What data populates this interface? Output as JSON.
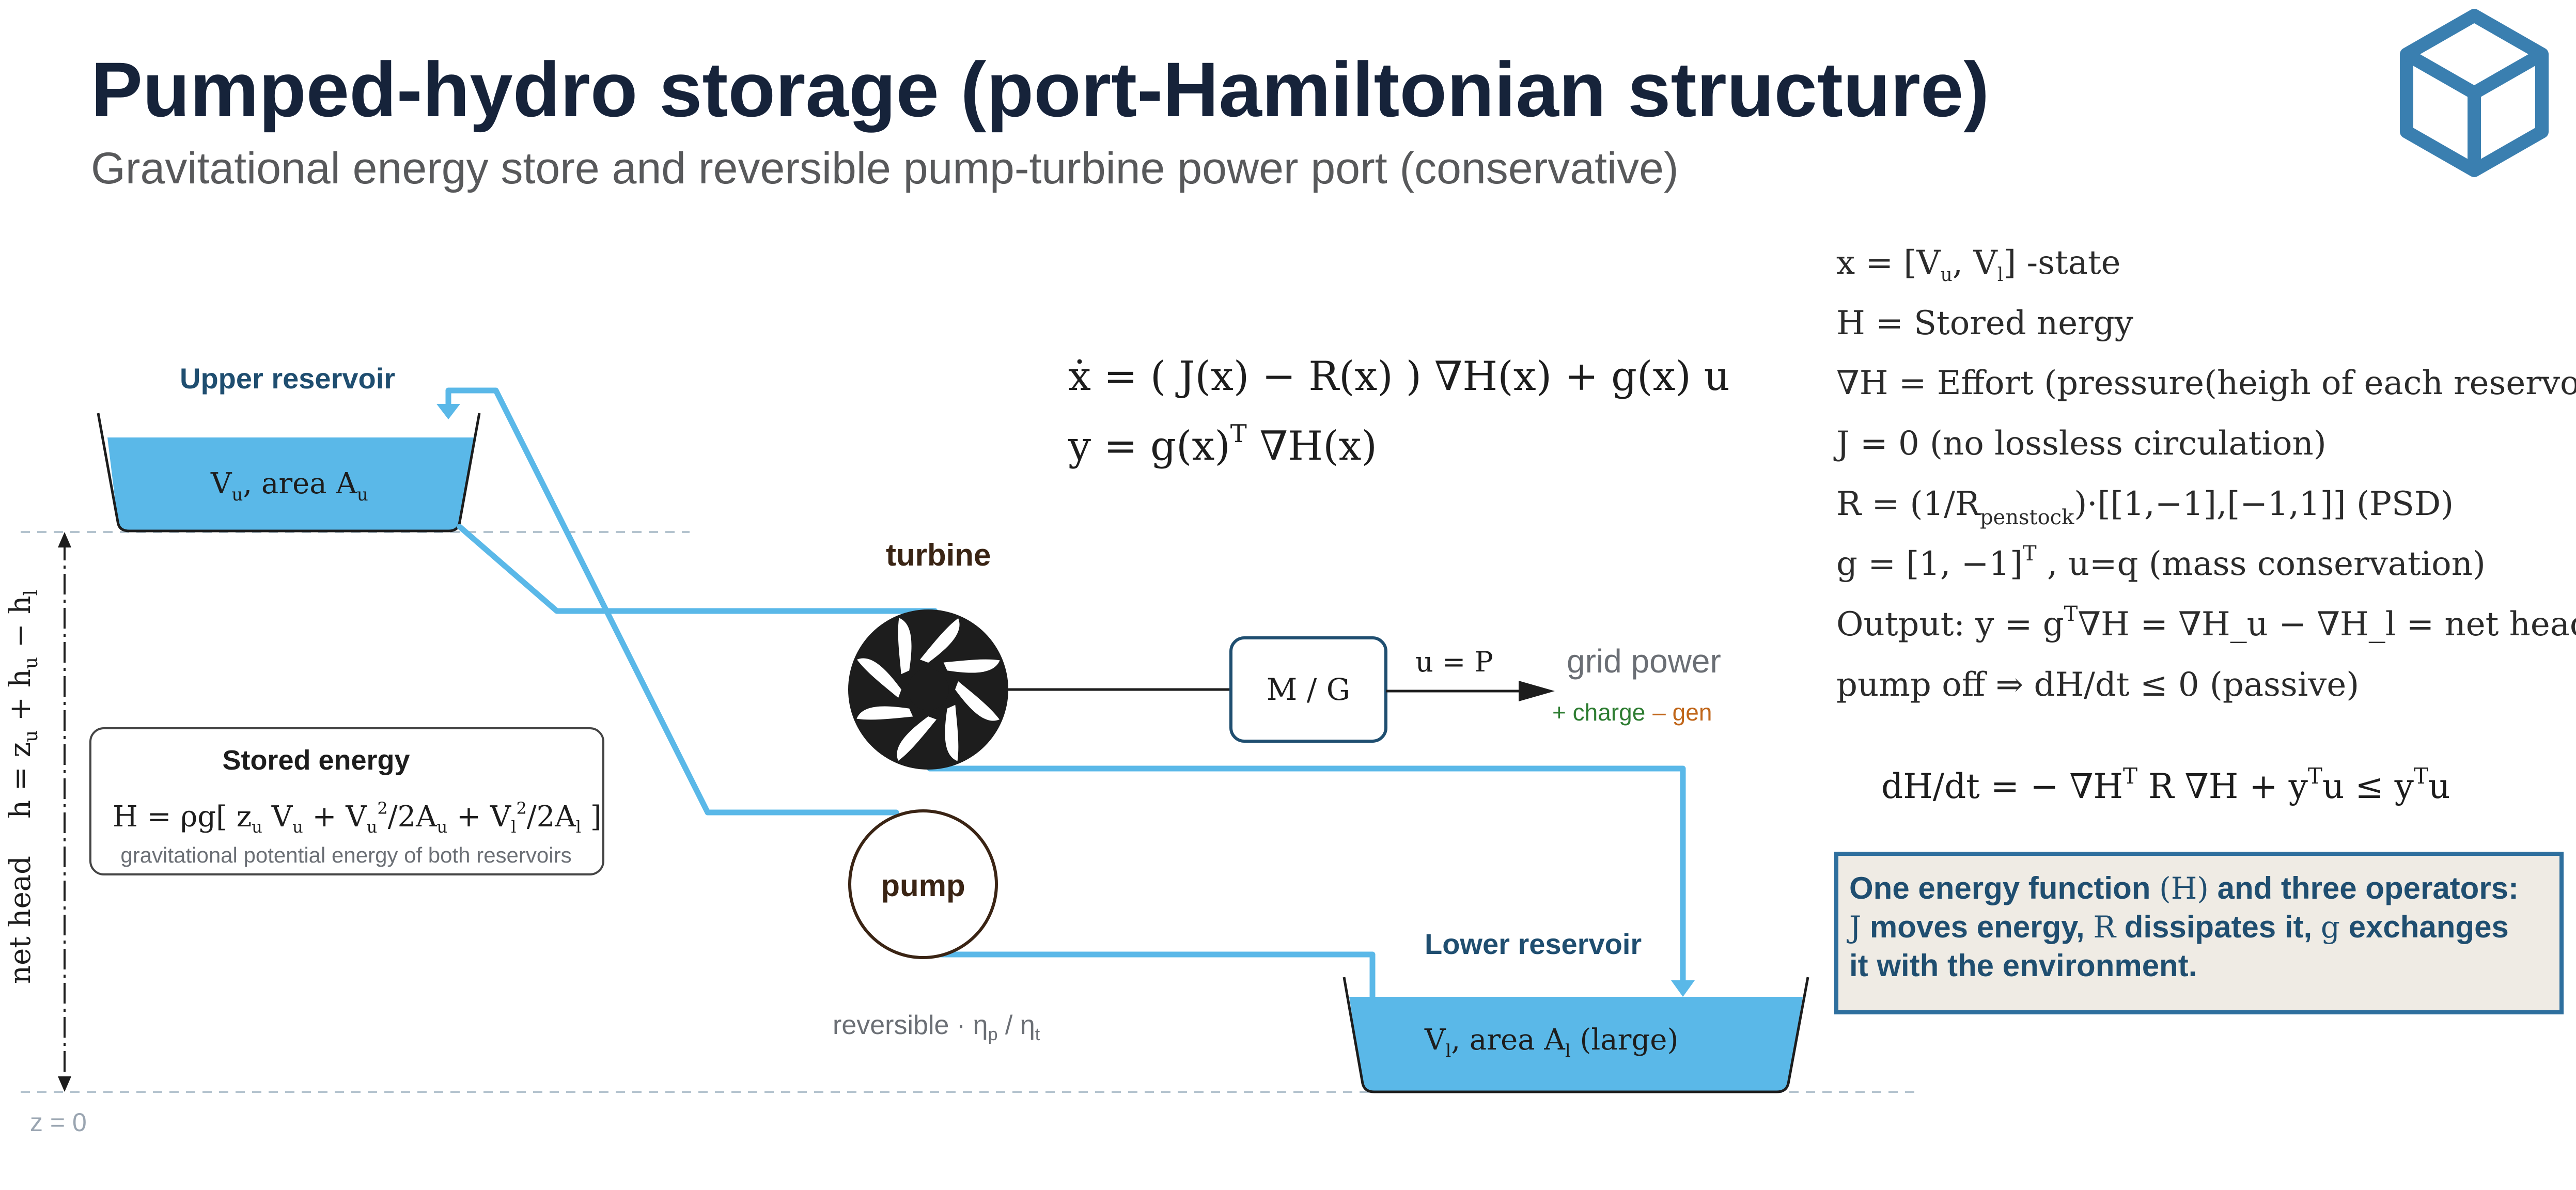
{
  "header": {
    "title": "Pumped-hydro storage (port-Hamiltonian structure)",
    "subtitle": "Gravitational energy store and reversible pump-turbine power port (conservative)"
  },
  "icons": {
    "logo": "cube-icon",
    "turbine": "turbine-rotor-icon"
  },
  "colors": {
    "water": "#5ab8e8",
    "pipe": "#5ab8e8",
    "dark_blue": "#1f4e70",
    "title": "#16233a",
    "charge": "#2e7d32",
    "gen": "#c0661a",
    "callout_bg": "#efebe4"
  },
  "diagram": {
    "upper_reservoir": {
      "label": "Upper reservoir",
      "v": "V",
      "v_sub": "u",
      "area_prefix": ", area A",
      "area_sub": "u"
    },
    "lower_reservoir": {
      "label": "Lower reservoir",
      "v": "V",
      "v_sub": "l",
      "area_prefix": ", area A",
      "area_sub": "l",
      "area_suffix": " (large)"
    },
    "turbine_label": "turbine",
    "pump_label": "pump",
    "mg_label": "M / G",
    "u_label": "u = P",
    "grid_power": "grid power",
    "charge": "+ charge",
    "gen": "– gen",
    "reversible": {
      "prefix": "reversible · η",
      "sub_p": "p",
      "mid": " / η",
      "sub_t": "t"
    },
    "z0": "z = 0",
    "axis": {
      "net_head": "net head",
      "h": "h = z",
      "sub_u": "u",
      "plus_h": " + h",
      "sub_u2": "u",
      "minus_h": " − h",
      "sub_l": "l"
    },
    "stored_energy": {
      "title": "Stored energy",
      "formula": {
        "a": "H = ρg[ z",
        "s1": "u",
        "b": " V",
        "s2": "u",
        "c": " + V",
        "s3": "u",
        "sup1": "2",
        "d": "/2A",
        "s4": "u",
        "e": " + V",
        "s5": "l",
        "sup2": "2",
        "f": "/2A",
        "s6": "l",
        "g": " ]"
      },
      "caption": "gravitational potential energy of both reservoirs"
    }
  },
  "equations": {
    "xdot": "ẋ = ( J(x) − R(x) ) ∇H(x) + g(x) u",
    "y_pre": "y = g(x)",
    "y_sup": "T",
    "y_post": " ∇H(x)"
  },
  "right_panel": {
    "lines": {
      "l1": {
        "a": "x = [V",
        "s1": "u",
        "b": ", V",
        "s2": "l",
        "c": "] -state"
      },
      "l2": "H = Stored nergy",
      "l3": "∇H = Effort (pressure(heigh of each reservoir)",
      "l4": "J = 0 (no lossless circulation)",
      "l5": {
        "a": "R = (1/R",
        "sub": "penstock",
        "b": ")·[[1,−1],[−1,1]] (PSD)"
      },
      "l6": {
        "a": "g = [1, −1]",
        "sup": "T",
        "b": " , u=q  (mass conservation)"
      },
      "l7": {
        "a": "Output: y = g",
        "sup": "T",
        "b": "∇H = ∇H_u − ∇H_l = net head"
      },
      "l8": "pump off ⇒ dH/dt ≤ 0 (passive)"
    },
    "dhdt": {
      "a": "dH/dt = − ∇H",
      "sup1": "T",
      "b": " R ∇H  +  y",
      "sup2": "T",
      "c": "u  ≤  y",
      "sup3": "T",
      "d": "u"
    },
    "callout": {
      "l1a": "One energy function ",
      "l1s": "(H)",
      "l1b": " and three operators:",
      "l2s1": "J",
      "l2a": " moves energy, ",
      "l2s2": "R",
      "l2b": " dissipates it, ",
      "l2s3": "g",
      "l2c": " exchanges",
      "l3": "it with the environment."
    }
  }
}
